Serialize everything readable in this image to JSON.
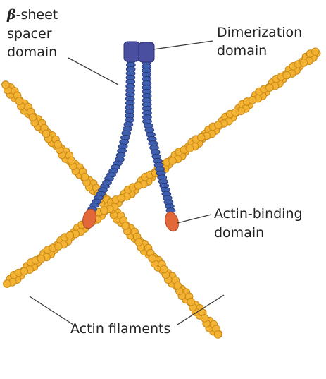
{
  "figure": {
    "labels": {
      "spacer_symbol": "β",
      "spacer_line1_rest": "-sheet",
      "spacer_line2": "spacer",
      "spacer_line3": "domain",
      "dimerization_line1": "Dimerization",
      "dimerization_line2": "domain",
      "actin_binding_line1": "Actin-binding",
      "actin_binding_line2": "domain",
      "actin_filaments": "Actin filaments"
    },
    "colors": {
      "actin_bead": "#f2b233",
      "actin_bead_edge": "#c98714",
      "spacer_bead": "#3f5fae",
      "spacer_bead_edge": "#24387a",
      "dimerization_domain": "#4a4fa0",
      "actin_binding_domain": "#e2683a",
      "text": "#222222",
      "leader": "#3a3a3a"
    },
    "components": [
      "actin-filament",
      "actin-filament",
      "beta-sheet-spacer-arm",
      "beta-sheet-spacer-arm",
      "dimerization-domain",
      "actin-binding-domain",
      "actin-binding-domain"
    ]
  }
}
